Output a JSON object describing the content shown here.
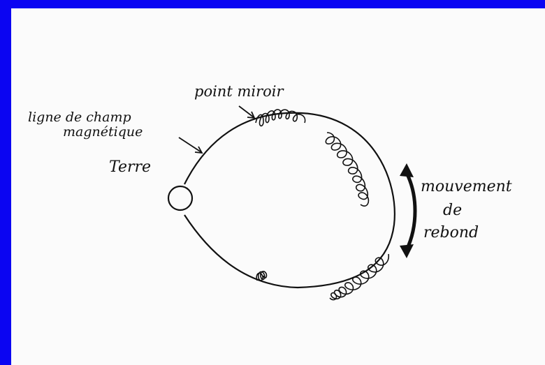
{
  "colors": {
    "frame": "#0b05f2",
    "panel": "#fbfbfb",
    "ink": "#111111"
  },
  "labels": {
    "field_line_1": "ligne de champ",
    "field_line_2": "magnétique",
    "earth": "Terre",
    "mirror_point": "point miroir",
    "bounce_1": "mouvement",
    "bounce_2": "de",
    "bounce_3": "rebond"
  }
}
